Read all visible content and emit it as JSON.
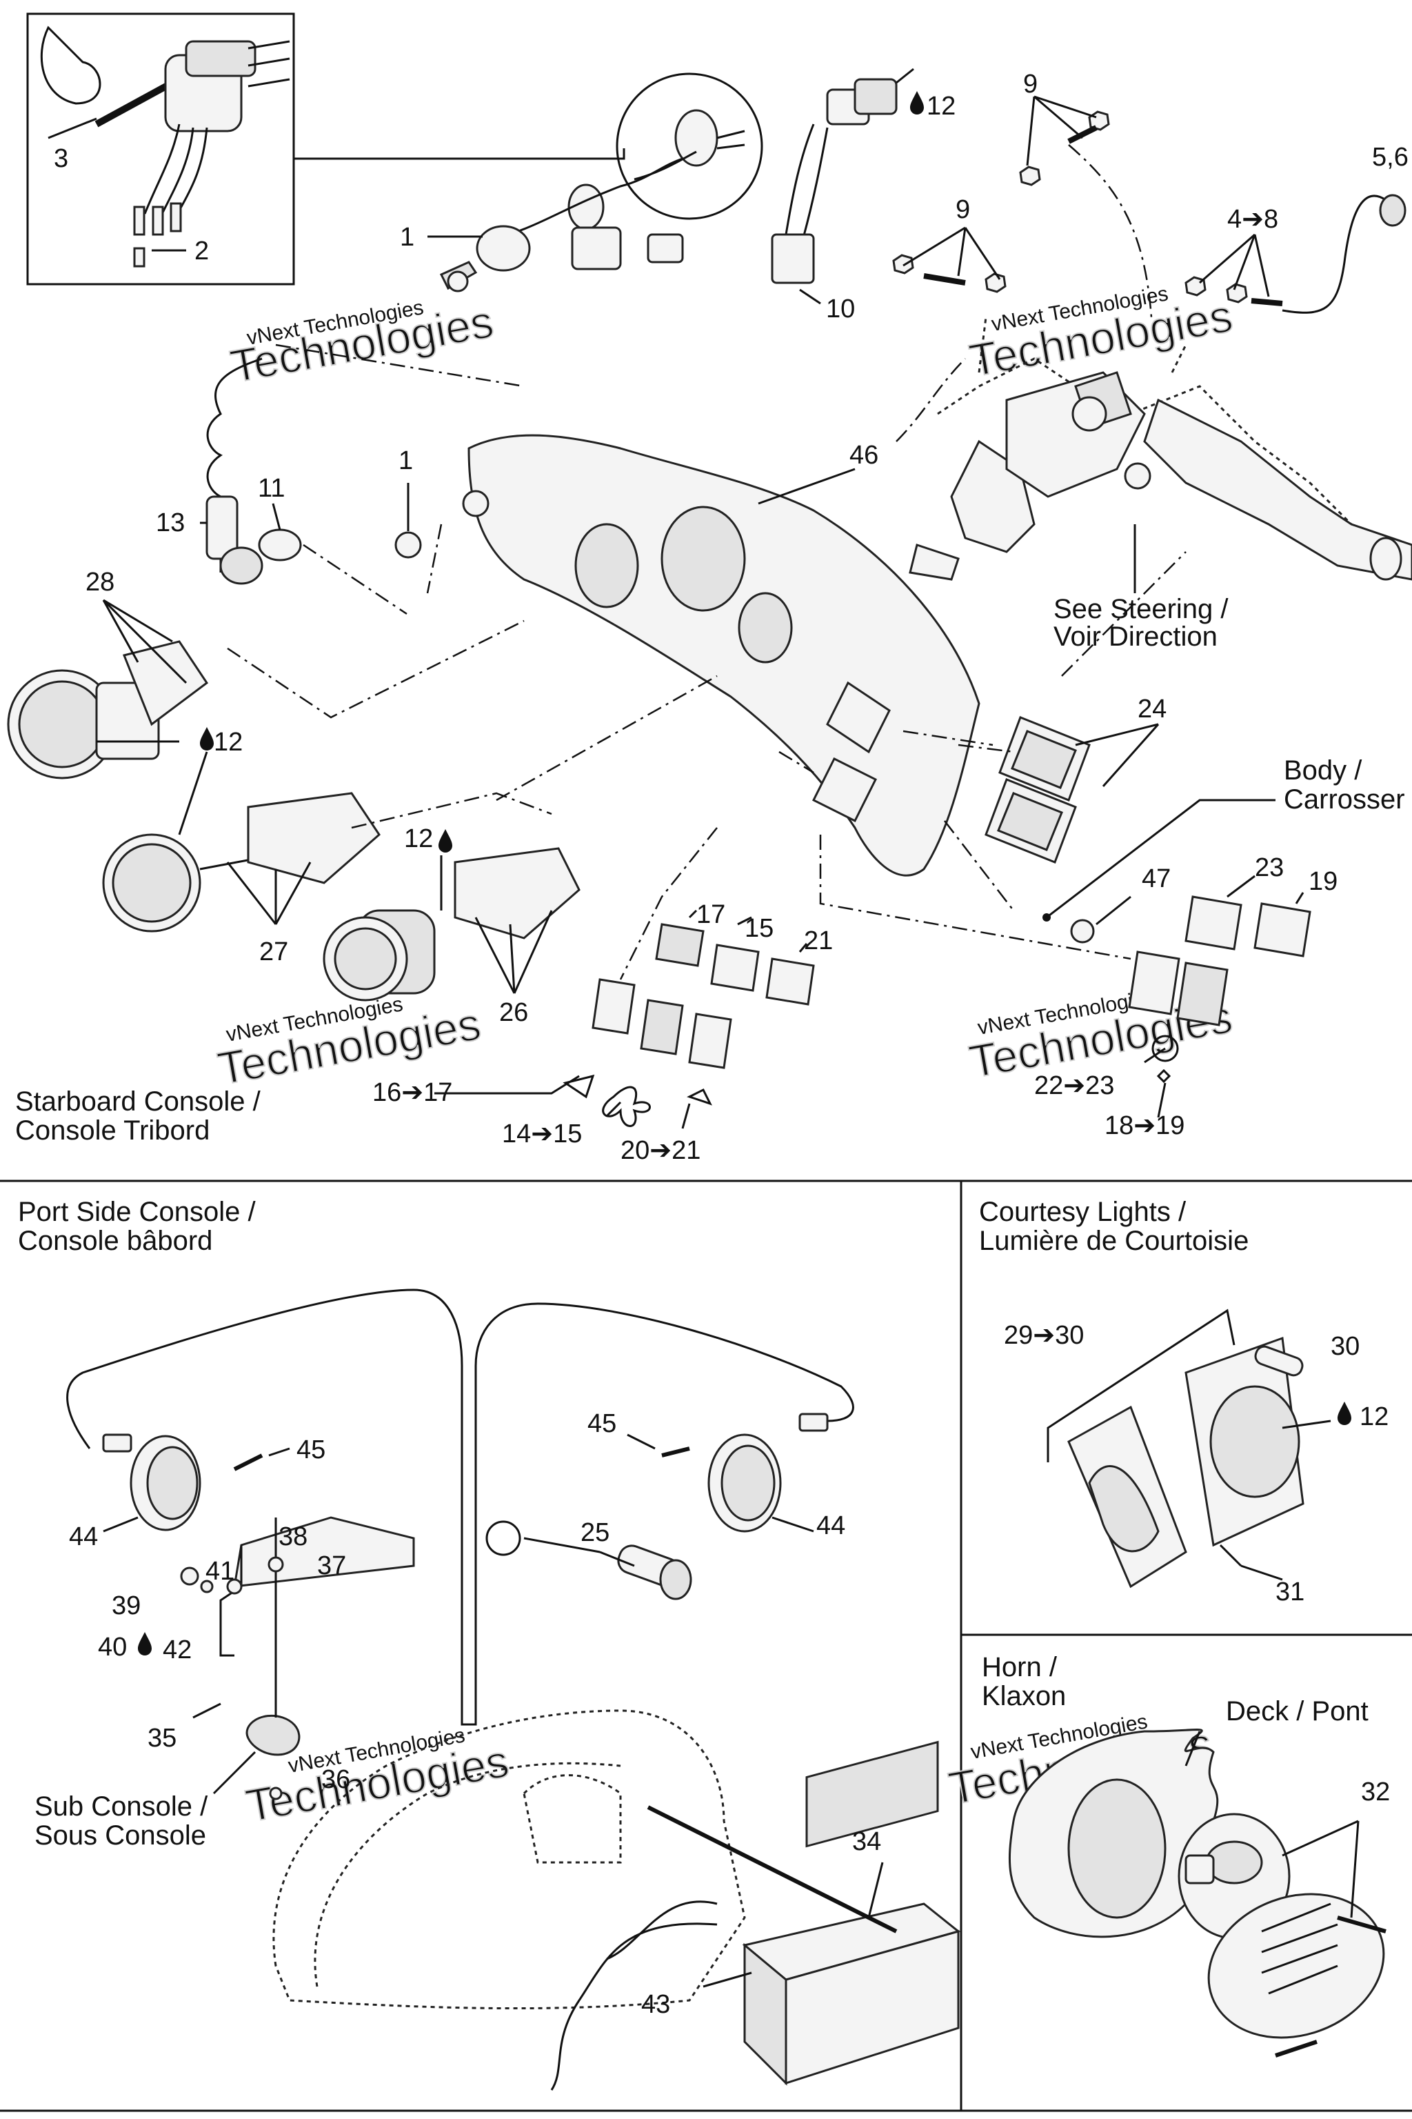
{
  "watermark": {
    "line1": "vNext Technologies",
    "line2": "Technologies"
  },
  "sections": {
    "starboard": [
      "Starboard Console /",
      "Console Tribord"
    ],
    "port": [
      "Port Side Console /",
      "Console bâbord"
    ],
    "courtesy": [
      "Courtesy Lights /",
      "Lumière de Courtoisie"
    ],
    "horn": [
      "Horn /",
      "Klaxon"
    ],
    "sub_console": [
      "Sub Console /",
      "Sous Console"
    ],
    "steering": [
      "See  Steering /",
      "Voir Direction"
    ],
    "body": [
      "Body /",
      "Carrosser"
    ],
    "deck": "Deck / Pont"
  },
  "callouts": {
    "c3": "3",
    "c2": "2",
    "c1a": "1",
    "c1b": "1",
    "c10": "10",
    "c12a": "12",
    "c9a": "9",
    "c9b": "9",
    "c56": "5,6",
    "c48": "4➔8",
    "c46": "46",
    "c13": "13",
    "c11": "11",
    "c28": "28",
    "c12b": "12",
    "c24": "24",
    "c12c": "12",
    "c27": "27",
    "c26": "26",
    "c47": "47",
    "c23": "23",
    "c19": "19",
    "c17": "17",
    "c15": "15",
    "c21": "21",
    "c1617": "16➔17",
    "c1415": "14➔15",
    "c2021": "20➔21",
    "c2223": "22➔23",
    "c1819": "18➔19",
    "c45a": "45",
    "c44a": "44",
    "c45b": "45",
    "c44b": "44",
    "c25": "25",
    "c38": "38",
    "c41": "41",
    "c37": "37",
    "c39": "39",
    "c40": "40",
    "c42": "42",
    "c35": "35",
    "c36": "36",
    "c34": "34",
    "c43": "43",
    "c2930": "29➔30",
    "c30": "30",
    "c12d": "12",
    "c31": "31",
    "c32": "32"
  }
}
